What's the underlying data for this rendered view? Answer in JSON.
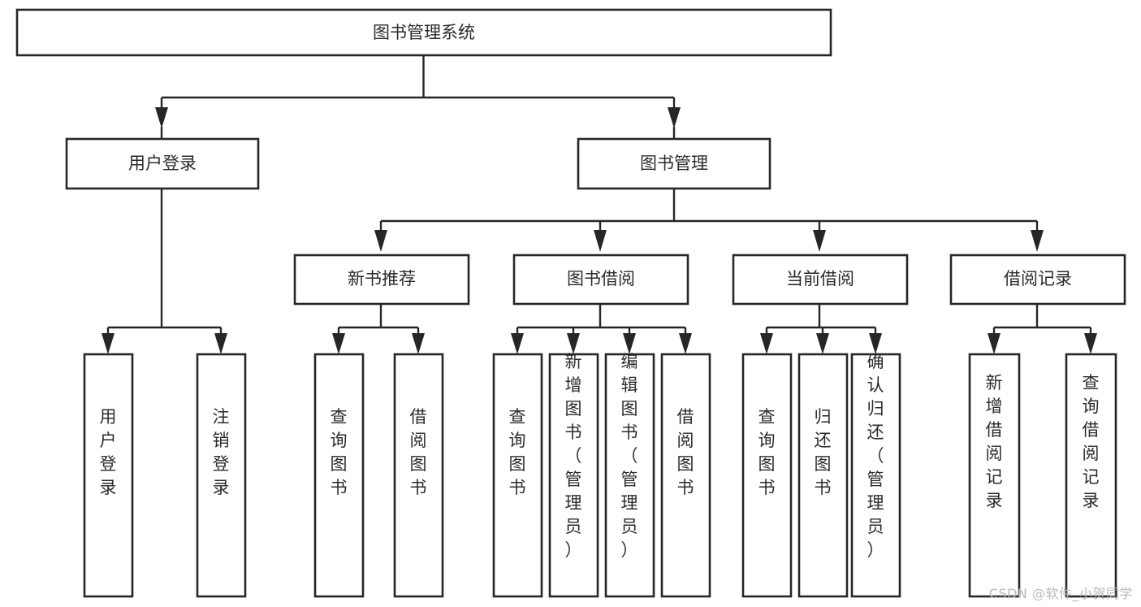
{
  "diagram": {
    "title": "图书管理系统",
    "type": "tree-hierarchy-chart",
    "watermark": "CSDN @软件_小贺同学",
    "colors": {
      "background": "#ffffff",
      "box_fill": "#ffffff",
      "box_stroke": "#262626",
      "text": "#2b2b2b",
      "connector": "#262626",
      "watermark": "#b9b9b9"
    },
    "root": {
      "label": "图书管理系统"
    },
    "level2": [
      {
        "label": "用户登录"
      },
      {
        "label": "图书管理"
      }
    ],
    "level3": [
      {
        "label": "新书推荐"
      },
      {
        "label": "图书借阅"
      },
      {
        "label": "当前借阅"
      },
      {
        "label": "借阅记录"
      }
    ],
    "leaves": {
      "user_login": [
        {
          "label": "用户登录"
        },
        {
          "label": "注销登录"
        }
      ],
      "new_book_recommend": [
        {
          "label": "查询图书"
        },
        {
          "label": "借阅图书"
        }
      ],
      "book_borrow": [
        {
          "label": "查询图书"
        },
        {
          "label": "新增图书（管理员）"
        },
        {
          "label": "编辑图书（管理员）"
        },
        {
          "label": "借阅图书"
        }
      ],
      "current_borrow": [
        {
          "label": "查询图书"
        },
        {
          "label": "归还图书"
        },
        {
          "label": "确认归还（管理员）"
        }
      ],
      "borrow_record": [
        {
          "label": "新增借阅记录"
        },
        {
          "label": "查询借阅记录"
        }
      ]
    }
  }
}
